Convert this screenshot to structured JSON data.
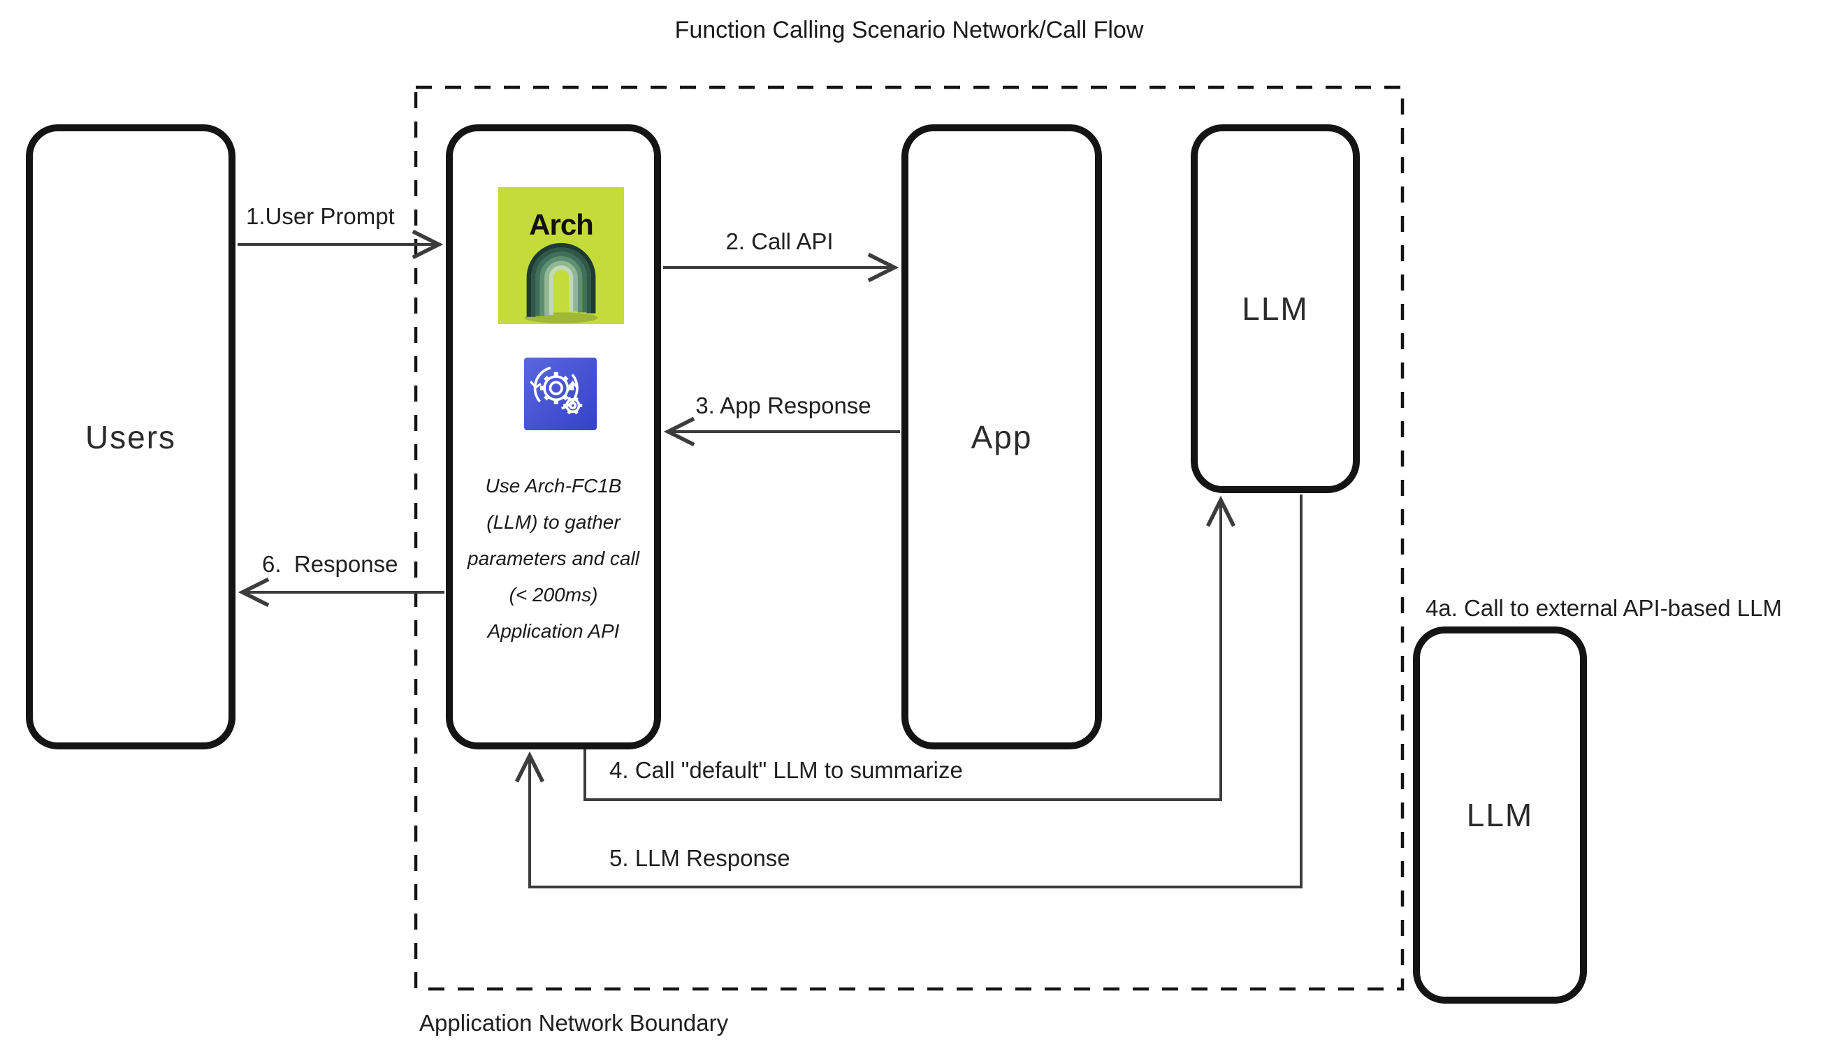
{
  "title": "Function Calling Scenario Network/Call Flow",
  "boundary_label": "Application Network Boundary",
  "nodes": {
    "users": {
      "label": "Users"
    },
    "arch": {
      "logo_text": "Arch",
      "logo_icon": "arch-3d-logo",
      "process_icon": "gears-sync-icon",
      "description": "Use Arch-FC1B (LLM) to gather parameters and call (< 200ms) Application API"
    },
    "app": {
      "label": "App"
    },
    "llm_internal": {
      "label": "LLM"
    },
    "llm_external": {
      "label": "LLM",
      "caption": "4a. Call to external API-based LLM"
    }
  },
  "flows": {
    "f1": {
      "label": "1.User Prompt"
    },
    "f2": {
      "label": "2. Call API"
    },
    "f3": {
      "label": "3. App Response"
    },
    "f4": {
      "label": "4. Call \"default\" LLM to summarize"
    },
    "f5": {
      "label": "5. LLM Response"
    },
    "f6": {
      "label": "6.  Response"
    }
  },
  "colors": {
    "arch_logo_bg": "#c4dc3a",
    "gear_gradient_start": "#5a67de",
    "gear_gradient_end": "#3442c8",
    "box_border": "#141414",
    "arrow": "#3c3c3c",
    "text": "#1f1f1f"
  }
}
